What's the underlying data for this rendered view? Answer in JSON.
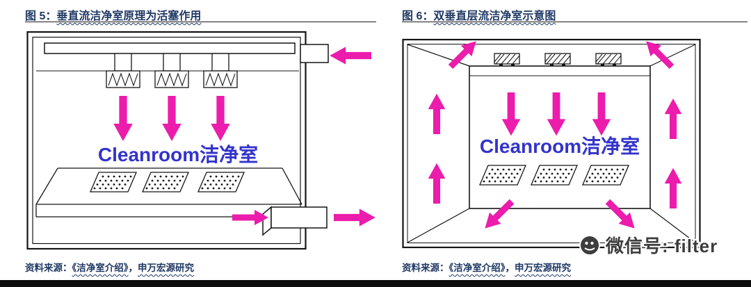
{
  "figure_left": {
    "label": "图 5：",
    "title": "垂直流洁净室原理为活塞作用",
    "diagram_label": "Cleanroom洁净室",
    "source_prefix": "资料来源：",
    "source_book": "《洁净室介绍》",
    "source_comma": "，",
    "source_org": "申万宏源研究"
  },
  "figure_right": {
    "label": "图 6：",
    "title": "双垂直层流洁净室示意图",
    "diagram_label": "Cleanroom洁净室",
    "source_prefix": "资料来源：",
    "source_book": "《洁净室介绍》",
    "source_comma": "，",
    "source_org": "申万宏源研究"
  },
  "watermark": {
    "text": "微信号: filter"
  },
  "colors": {
    "arrow": "#EC1CAC",
    "title": "#1F3864",
    "cleanroom_label": "#3333CC",
    "line": "#141414"
  }
}
